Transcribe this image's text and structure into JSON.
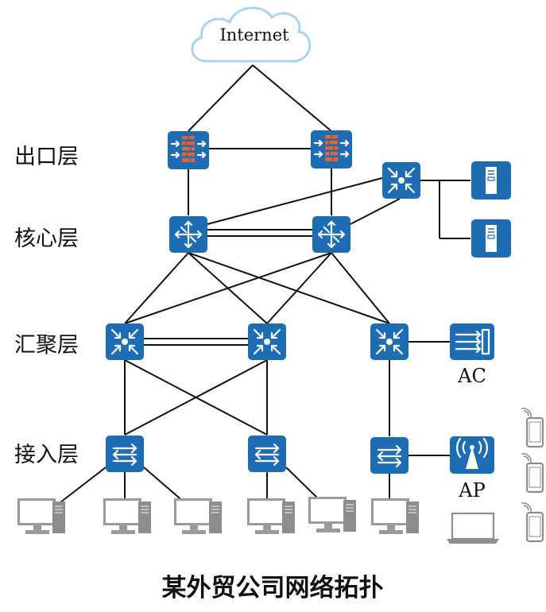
{
  "diagram": {
    "title": "某外贸公司网络拓扑",
    "cloud_label": "Internet",
    "layers": {
      "egress": "出口层",
      "core": "核心层",
      "aggregation": "汇聚层",
      "access": "接入层"
    },
    "device_labels": {
      "ac": "AC",
      "ap": "AP"
    },
    "colors": {
      "device_blue": "#1e6db4",
      "firewall_brick": "#e8622a",
      "cloud_stroke": "#a8d4ee",
      "endpoint_gray": "#9a9a9a"
    },
    "icons": {
      "firewall": "firewall-icon",
      "core_router": "router-icon",
      "switch_l3": "l3-switch-icon",
      "switch_l2": "l2-switch-icon",
      "server": "server-icon",
      "ac": "access-controller-icon",
      "ap": "access-point-icon",
      "pc": "desktop-pc-icon",
      "laptop": "laptop-icon",
      "phone": "smartphone-icon"
    }
  }
}
